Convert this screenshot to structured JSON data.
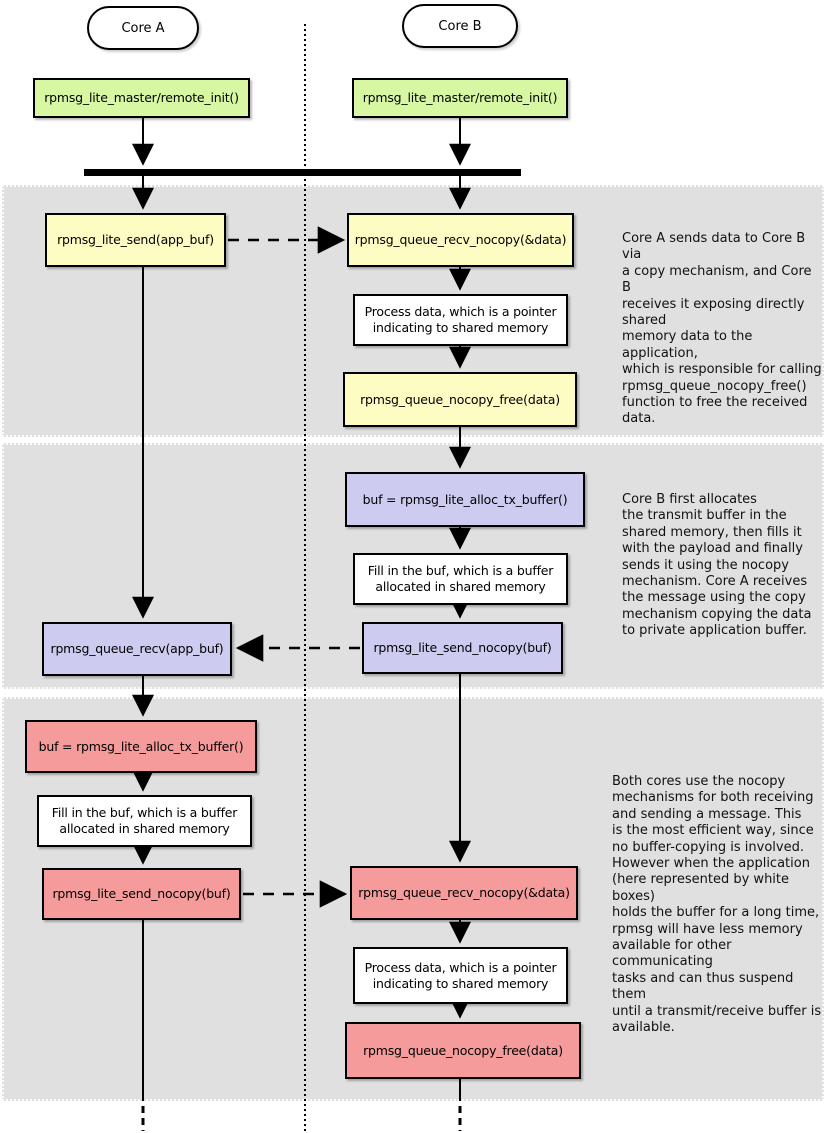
{
  "actors": {
    "a": "Core A",
    "b": "Core B"
  },
  "init": {
    "a": "rpmsg_lite_master/remote_init()",
    "b": "rpmsg_lite_master/remote_init()"
  },
  "s1": {
    "send": "rpmsg_lite_send(app_buf)",
    "recv": "rpmsg_queue_recv_nocopy(&data)",
    "process": "Process data, which is a pointer indicating to shared memory",
    "free": "rpmsg_queue_nocopy_free(data)",
    "note": "Core A sends data to Core B via\na copy mechanism, and Core B\nreceives it exposing directly shared\nmemory data to the application,\nwhich is responsible for calling\nrpmsg_queue_nocopy_free()\nfunction to free the received data."
  },
  "s2": {
    "alloc": "buf = rpmsg_lite_alloc_tx_buffer()",
    "fill": "Fill in the buf, which is a buffer allocated in shared memory",
    "send": "rpmsg_lite_send_nocopy(buf)",
    "recv": "rpmsg_queue_recv(app_buf)",
    "note": "Core B first allocates\nthe transmit buffer in the\nshared memory, then fills it\nwith the payload and finally\nsends it using the nocopy\nmechanism. Core A receives\nthe message using the copy\nmechanism copying the data\nto private application buffer."
  },
  "s3": {
    "alloc": "buf = rpmsg_lite_alloc_tx_buffer()",
    "fill": "Fill in the buf, which is a buffer allocated in shared memory",
    "send": "rpmsg_lite_send_nocopy(buf)",
    "recv": "rpmsg_queue_recv_nocopy(&data)",
    "process": "Process data, which is a pointer indicating to shared memory",
    "free": "rpmsg_queue_nocopy_free(data)",
    "note": "Both cores use the nocopy\nmechanisms for both receiving\nand sending a message. This\nis the most efficient way, since\nno buffer-copying is involved.\nHowever when the application\n(here represented by white boxes)\nholds the buffer for a long time,\nrpmsg will have less memory\navailable for other communicating\ntasks and can thus suspend them\nuntil a transmit/receive buffer is\navailable."
  },
  "colors": {
    "green": "#d8f7a3",
    "yellow": "#fcfcc3",
    "lavender": "#cdccf0",
    "red": "#f59b9b",
    "band": "#e0e0e0",
    "line": "#000000"
  }
}
